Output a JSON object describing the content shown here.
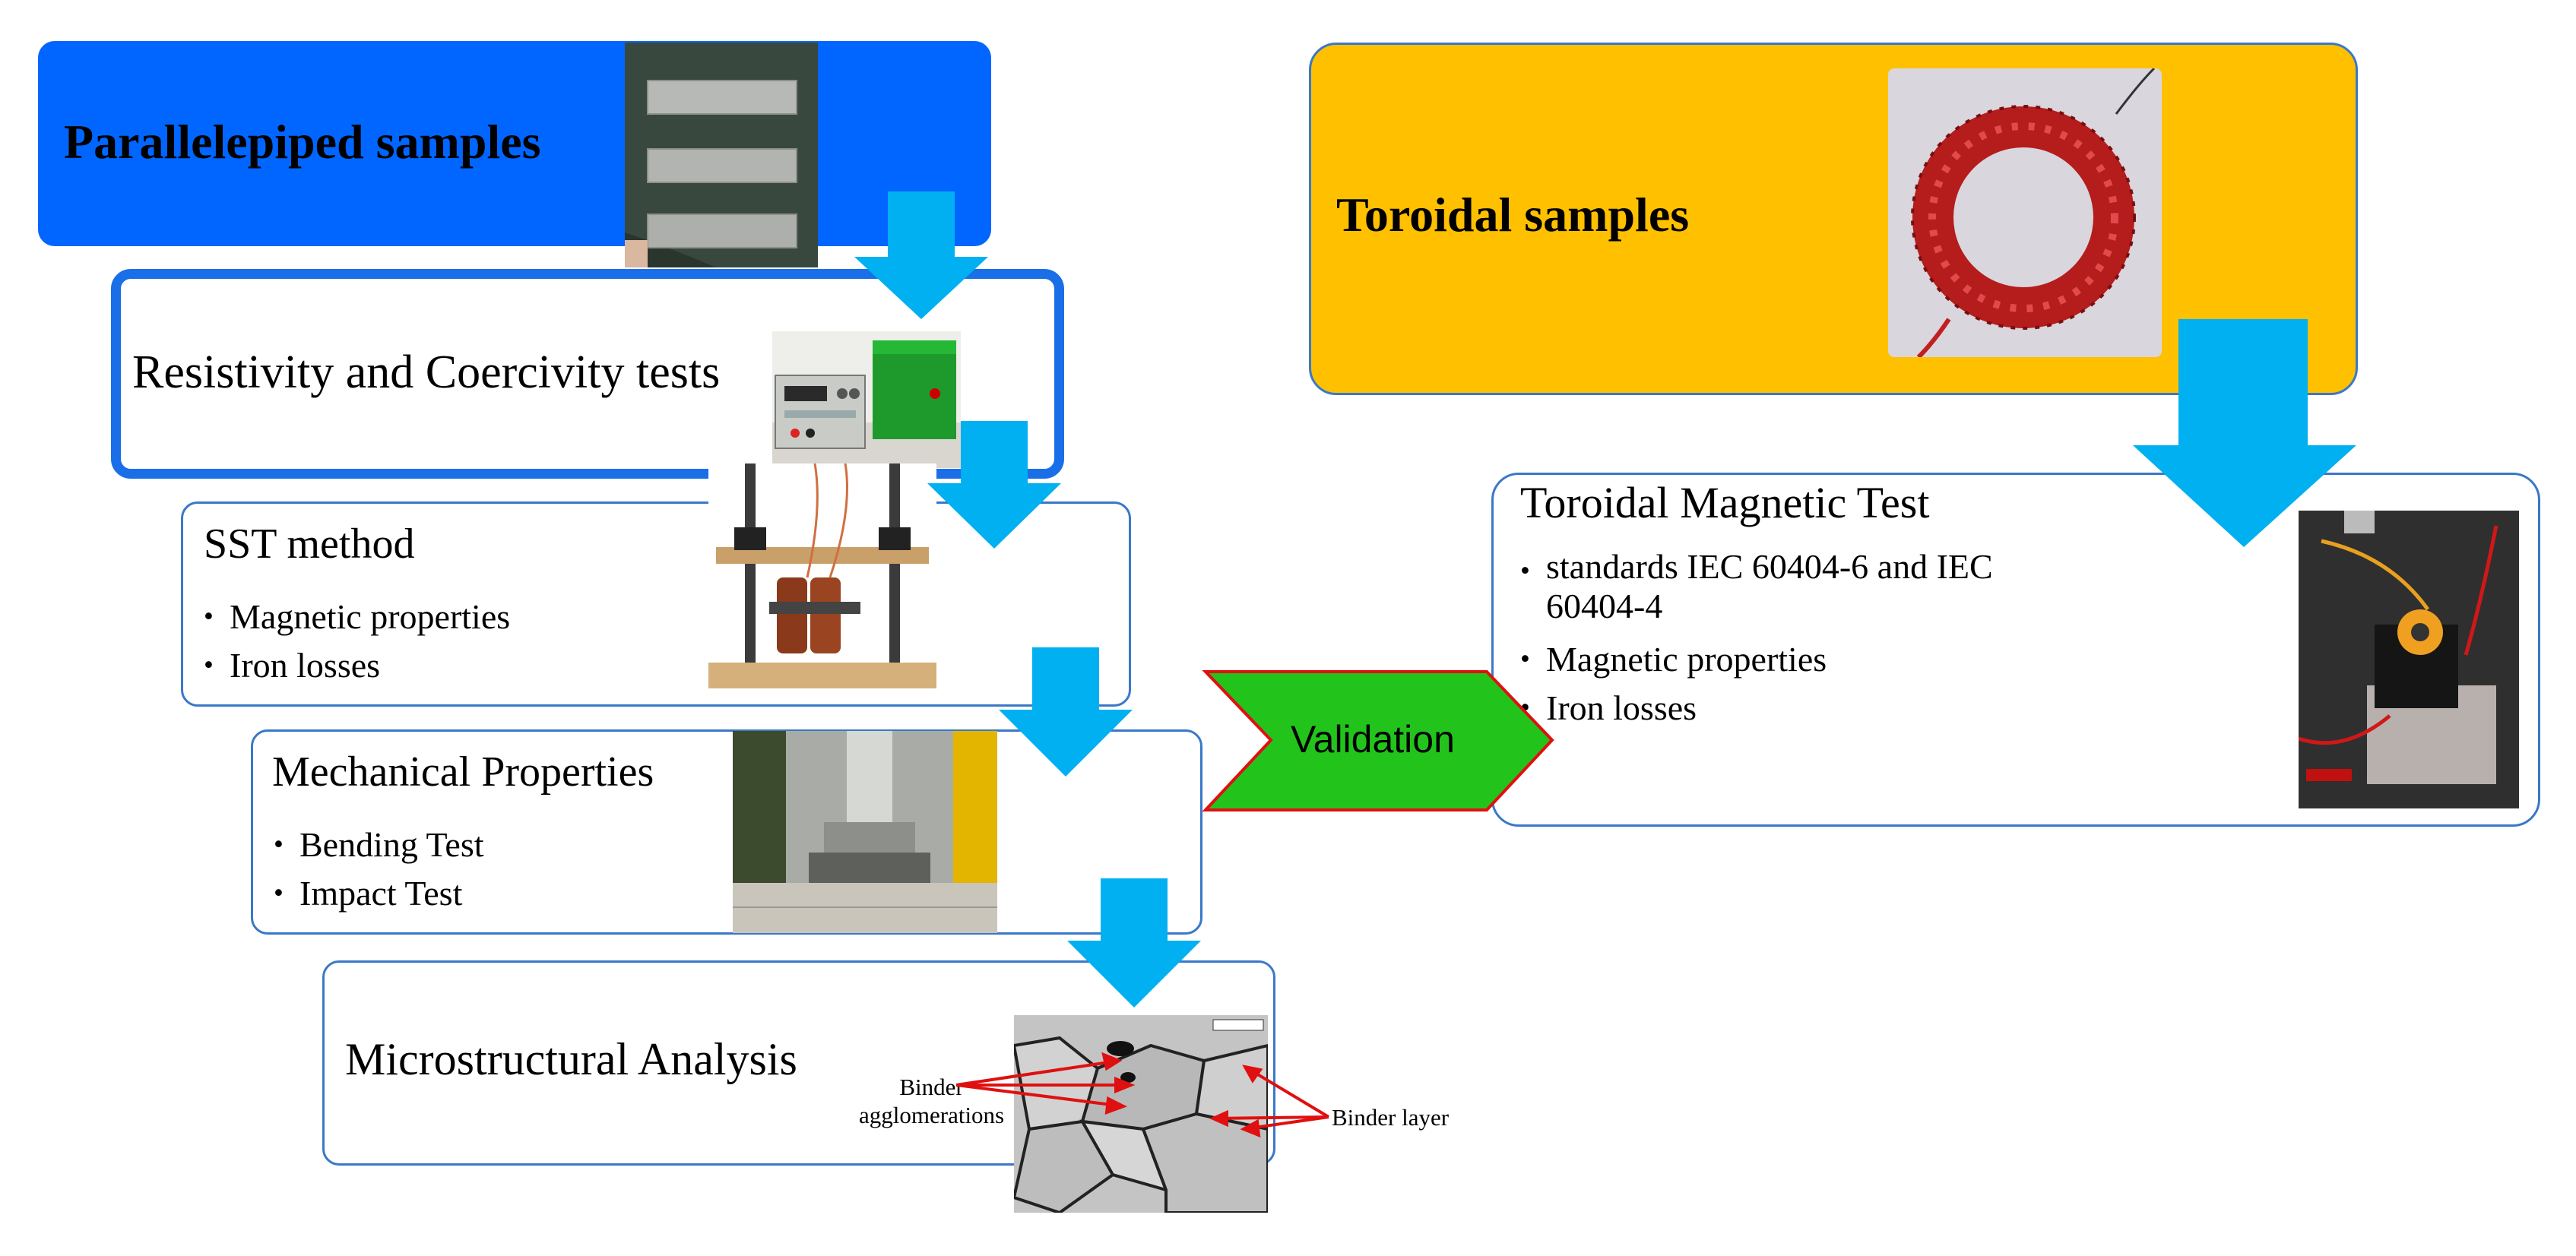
{
  "parallelepiped": {
    "title": "Parallelepiped samples"
  },
  "resistivity": {
    "title": "Resistivity and Coercivity tests"
  },
  "sst": {
    "title": "SST method",
    "bullets": [
      "Magnetic properties",
      "Iron losses"
    ]
  },
  "mechanical": {
    "title": "Mechanical Properties",
    "bullets": [
      "Bending Test",
      "Impact Test"
    ]
  },
  "microstructural": {
    "title": "Microstructural Analysis",
    "annotations": {
      "binder_agglomerations": "Binder\nagglomerations",
      "binder_layer": "Binder layer"
    }
  },
  "validation": {
    "label": "Validation"
  },
  "toroidal": {
    "title": "Toroidal samples"
  },
  "toroidal_test": {
    "title": "Toroidal Magnetic Test",
    "bullets": [
      "standards IEC 60404-6 and IEC 60404-4",
      "Magnetic properties",
      "Iron losses"
    ]
  },
  "colors": {
    "blue_header": "#0066ff",
    "blue_border": "#1a6fe8",
    "box_border": "#3a78c8",
    "arrow": "#00b0f0",
    "orange": "#ffc000",
    "green": "#22c41c",
    "red": "#e01010"
  }
}
